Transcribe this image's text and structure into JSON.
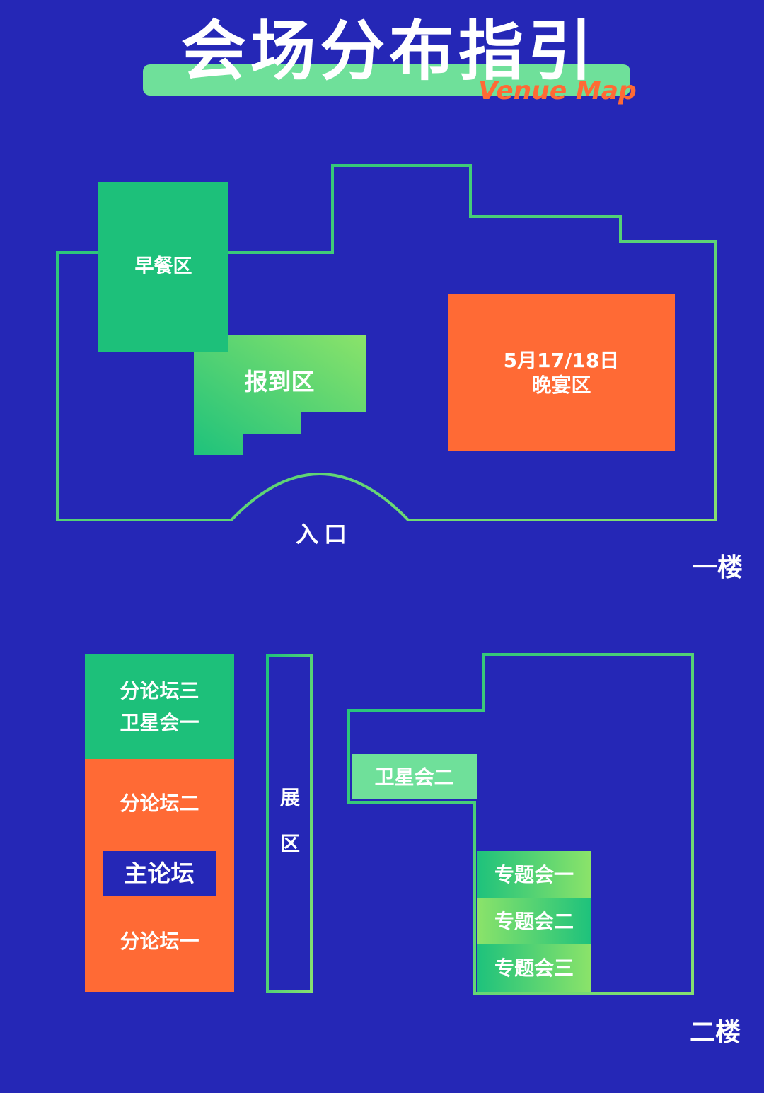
{
  "header": {
    "title": "会场分布指引",
    "subtitle": "Venue Map"
  },
  "colors": {
    "background": "#2527b6",
    "green": "#1dc07a",
    "light_green": "#6fe09a",
    "orange": "#ff6a35",
    "outline": "#45d68a"
  },
  "floor1": {
    "label": "一楼",
    "entrance": "入口",
    "rooms": {
      "breakfast": "早餐区",
      "registration": "报到区",
      "banquet_date": "5月17/18日",
      "banquet_name": "晚宴区"
    }
  },
  "floor2": {
    "label": "二楼",
    "rooms": {
      "forum3": "分论坛三",
      "satellite1": "卫星会一",
      "forum2": "分论坛二",
      "main_forum": "主论坛",
      "forum1": "分论坛一",
      "exhibition_line1": "展",
      "exhibition_line2": "区",
      "satellite2": "卫星会二",
      "topic1": "专题会一",
      "topic2": "专题会二",
      "topic3": "专题会三"
    }
  }
}
